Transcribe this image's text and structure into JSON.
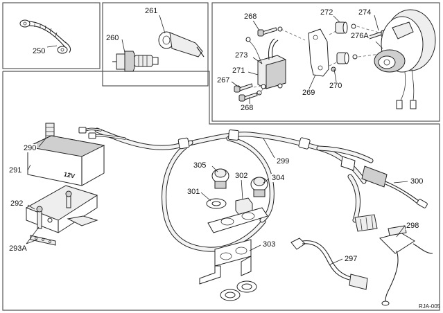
{
  "diagram": {
    "reference_code": "RJA-005",
    "battery_text": "12V",
    "callouts": {
      "p250": "250",
      "p260": "260",
      "p261": "261",
      "p267": "267",
      "p268a": "268",
      "p268b": "268",
      "p269": "269",
      "p270": "270",
      "p271": "271",
      "p272": "272",
      "p273": "273",
      "p274": "274",
      "p276a": "276A",
      "p290": "290",
      "p291": "291",
      "p292": "292",
      "p293a": "293A",
      "p297": "297",
      "p298": "298",
      "p299": "299",
      "p300": "300",
      "p301": "301",
      "p302": "302",
      "p303": "303",
      "p304": "304",
      "p305": "305"
    }
  }
}
